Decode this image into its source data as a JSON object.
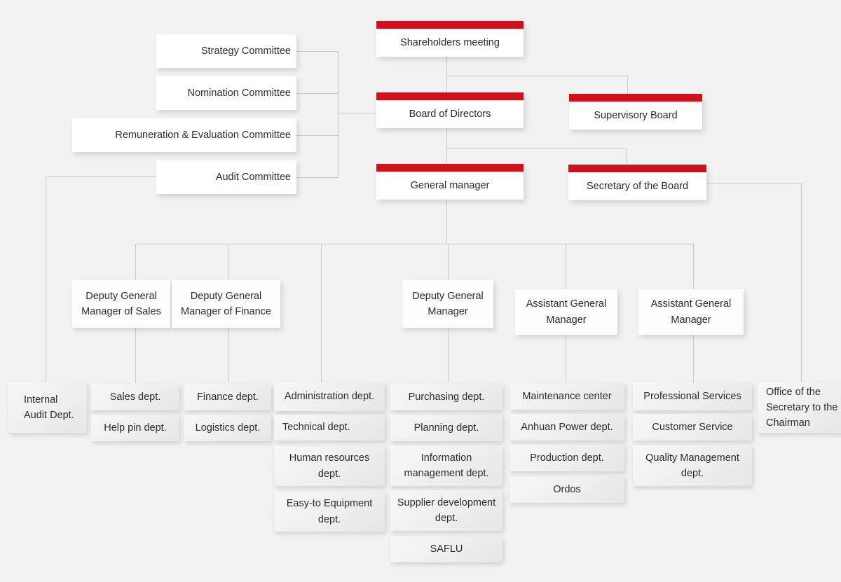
{
  "theme": {
    "background": "#f2f2f2",
    "accent_red": "#d0111b",
    "line_color": "#c9c9c9",
    "text_color": "#2b2b2b",
    "box_white": "#ffffff",
    "dept_grey": "#efefef"
  },
  "executives": {
    "shareholders_meeting": "Shareholders meeting",
    "board_of_directors": "Board of Directors",
    "supervisory_board": "Supervisory Board",
    "general_manager": "General manager",
    "secretary_of_the_board": "Secretary of the Board"
  },
  "committees": [
    {
      "label": "Strategy Committee"
    },
    {
      "label": "Nomination Committee"
    },
    {
      "label": "Remuneration & Evaluation Committee"
    },
    {
      "label": "Audit Committee"
    }
  ],
  "managers": [
    {
      "label": "Deputy General Manager of Sales"
    },
    {
      "label": "Deputy General Manager of Finance"
    },
    {
      "label": "Deputy General Manager"
    },
    {
      "label": "Assistant General Manager"
    },
    {
      "label": "Assistant General Manager"
    }
  ],
  "departments": {
    "internal_audit": [
      {
        "label": "Internal Audit Dept."
      }
    ],
    "sales": [
      {
        "label": "Sales dept."
      },
      {
        "label": "Help pin dept."
      }
    ],
    "finance": [
      {
        "label": "Finance dept."
      },
      {
        "label": "Logistics dept."
      }
    ],
    "administration": [
      {
        "label": "Administration dept."
      },
      {
        "label": "Technical dept."
      },
      {
        "label": "Human resources dept."
      },
      {
        "label": "Easy-to Equipment dept."
      }
    ],
    "purchasing": [
      {
        "label": "Purchasing dept."
      },
      {
        "label": "Planning dept."
      },
      {
        "label": "Information management dept."
      },
      {
        "label": "Supplier development dept."
      },
      {
        "label": "SAFLU"
      }
    ],
    "maintenance": [
      {
        "label": "Maintenance center"
      },
      {
        "label": "Anhuan Power dept."
      },
      {
        "label": "Production dept."
      },
      {
        "label": "Ordos"
      }
    ],
    "professional": [
      {
        "label": "Professional Services"
      },
      {
        "label": "Customer Service"
      },
      {
        "label": "Quality Management dept."
      }
    ],
    "chairman_office": [
      {
        "label": "Office of the Secretary to the Chairman"
      }
    ]
  }
}
